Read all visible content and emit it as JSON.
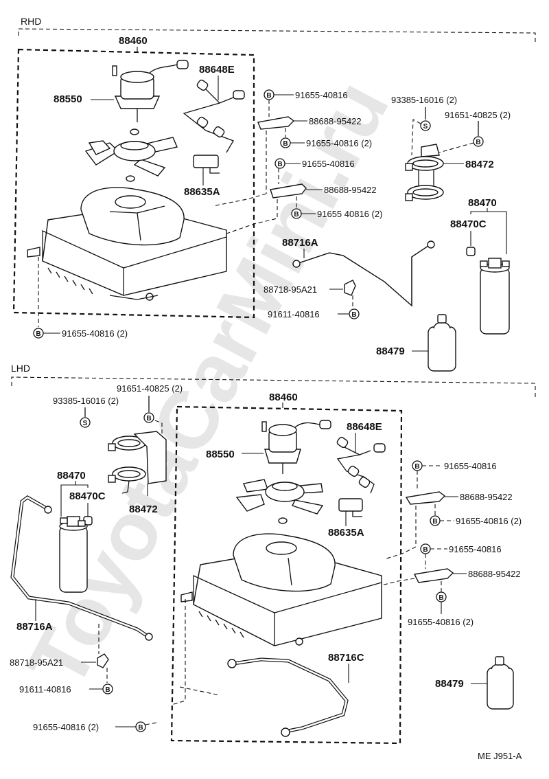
{
  "diagram": {
    "code": "ME J951-A",
    "watermark": "ToyotaCarMini.ru",
    "sections": [
      {
        "name": "RHD",
        "assembly": "88460",
        "labels": {
          "fan_motor": "88550",
          "wire": "88648E",
          "relay": "88635A",
          "bolt_top_1": "91655-40816",
          "bracket_1": "88688-95422",
          "bolt_bottom_1": "91655-40816 (2)",
          "bolt_top_2": "91655-40816",
          "bracket_2": "88688-95422",
          "bolt_bottom_2": "91655 40816 (2)",
          "screw": "93385-16016 (2)",
          "bolt_clamp": "91651-40825 (2)",
          "clamp": "88472",
          "receiver": "88470",
          "receiver_sub": "88470C",
          "tube": "88716A",
          "clamp_small": "88718-95A21",
          "bolt_tube": "91611-40816",
          "bolt_condenser": "91655-40816 (2)",
          "cover": "88479"
        }
      },
      {
        "name": "LHD",
        "assembly": "88460",
        "labels": {
          "fan_motor": "88550",
          "wire": "88648E",
          "relay": "88635A",
          "bolt_top_1": "91655-40816",
          "bracket_1": "88688-95422",
          "bolt_bottom_1": "91655-40816 (2)",
          "bolt_top_2": "91655-40816",
          "bracket_2": "88688-95422",
          "bolt_bottom_2": "91655-40816 (2)",
          "screw": "93385-16016 (2)",
          "bolt_clamp": "91651-40825 (2)",
          "clamp": "88472",
          "receiver": "88470",
          "receiver_sub": "88470C",
          "tube_a": "88716A",
          "tube_c": "88716C",
          "clamp_small": "88718-95A21",
          "bolt_tube": "91611-40816",
          "bolt_condenser": "91655-40816 (2)",
          "cover": "88479"
        }
      }
    ],
    "symbols": {
      "bolt": "B",
      "screw": "S"
    }
  }
}
